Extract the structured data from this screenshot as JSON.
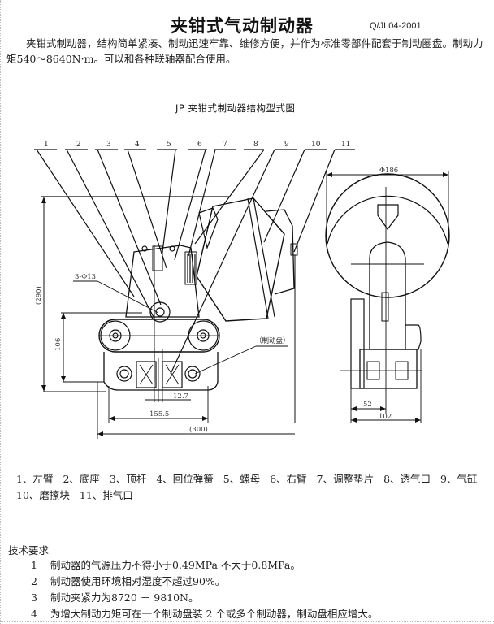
{
  "document": {
    "title": "夹钳式气动制动器",
    "standard_code": "Q/JL04-2001",
    "intro": "夹钳式制动器，结构简单紧凑、制动迅速牢靠、维修方便，并作为标准零部件配套于制动圈盘。制动力矩540～8640N·m。可以和各种联轴器配合使用。"
  },
  "figure": {
    "title": "JP 夹钳式制动器结构型式图",
    "part_callouts": [
      "1",
      "2",
      "3",
      "4",
      "5",
      "6",
      "7",
      "8",
      "9",
      "10",
      "11"
    ],
    "dimensions": {
      "height_total": "(290)",
      "height_lower": "106",
      "hole_spec": "3-Φ13",
      "gap": "12.7",
      "bolt_span": "155.5",
      "width_total": "(300)",
      "cylinder_dia": "Φ186",
      "side_offset": "52",
      "side_width": "102",
      "disc_label": "（制动盘）"
    }
  },
  "legend": {
    "items": [
      "1、左臂",
      "2、底座",
      "3、顶杆",
      "4、回位弹簧",
      "5、螺母",
      "6、右臂",
      "7、调整垫片",
      "8、透气口",
      "9、气缸",
      "10、磨擦块",
      "11、排气口"
    ]
  },
  "requirements": {
    "heading": "技术要求",
    "items": [
      {
        "num": "1",
        "text": "制动器的气源压力不得小于0.49MPa 不大于0.8MPa。"
      },
      {
        "num": "2",
        "text": "制动器使用环境相对湿度不超过90%。"
      },
      {
        "num": "3",
        "text": "制动夹紧力为8720 － 9810N。"
      },
      {
        "num": "4",
        "text": "为增大制动力矩可在一个制动盘装 2 个或多个制动器，制动盘相应增大。"
      }
    ]
  }
}
